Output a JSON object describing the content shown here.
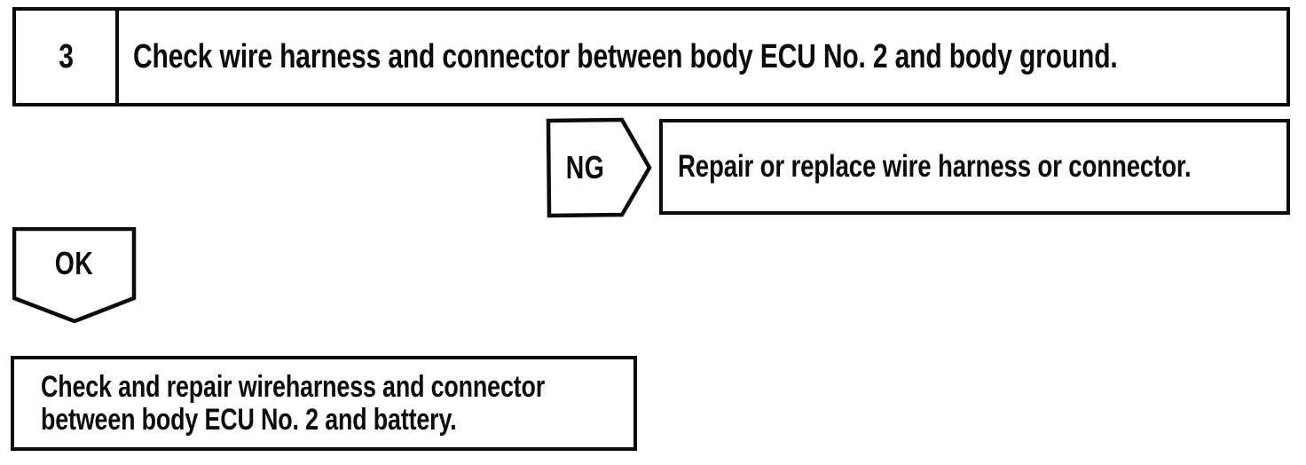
{
  "canvas": {
    "background_color": "#ffffff",
    "ink_color": "#0b0b0b"
  },
  "flowchart": {
    "step": {
      "number": "3",
      "instruction": "Check wire harness and connector between body ECU No. 2 and body ground."
    },
    "ng_branch": {
      "connector_label": "NG",
      "action": "Repair or replace wire harness or connector."
    },
    "ok_branch": {
      "connector_label": "OK",
      "action_line1": "Check and repair wireharness and connector",
      "action_line2": "between body ECU No. 2 and battery."
    }
  }
}
